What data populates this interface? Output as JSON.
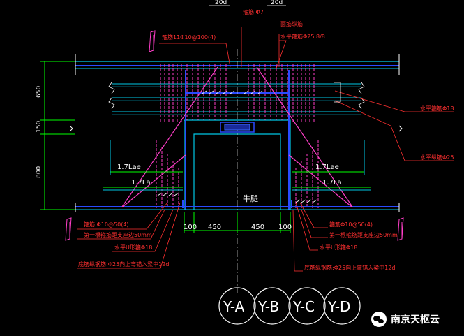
{
  "dims": {
    "top_left": "20d",
    "top_right": "20d",
    "v_650": "650",
    "v_150": "150",
    "v_800": "800",
    "h_100_left": "100",
    "h_450_left": "450",
    "h_450_right": "450",
    "h_100_right": "100",
    "lae_left": "1.7Lae",
    "la_left": "1.7La",
    "lae_right": "1.7Lae",
    "la_right": "1.7La"
  },
  "annotations": {
    "top_stirrup": "箍筋 Φ7",
    "top_left_stirrup": "箍筋11Φ10@100(4)",
    "top_right_a": "面筋纵筋",
    "top_right_b": "水平箍筋Φ25 8/8",
    "right_1": "水平箍筋Φ18",
    "right_2": "水平纵筋Φ25",
    "left_b1": "箍筋 Φ10@50(4)",
    "left_b2": "第一根箍筋距支座边50mm",
    "left_b3": "水平U形箍Φ18",
    "left_b4": "底筋纵钢筋:Φ25向上弯锚入梁中12d",
    "right_b1": "箍筋Φ10@50(4)",
    "right_b2": "第一根箍筋距支座边50mm",
    "right_b3": "水平U形箍Φ18",
    "right_b4": "底筋纵钢筋:Φ25向上弯锚入梁中12d",
    "center_label": "牛腿"
  },
  "axes": [
    "Y-A",
    "Y-B",
    "Y-C",
    "Y-D"
  ],
  "watermark": "南京天枢云",
  "colors": {
    "structure": "#00c8e6",
    "rebar": "#ff3ec8",
    "dim": "#00ff00",
    "leader": "#ff3030",
    "blue": "#2a4bff",
    "white": "#ffffff",
    "text_red": "#ff3030"
  }
}
